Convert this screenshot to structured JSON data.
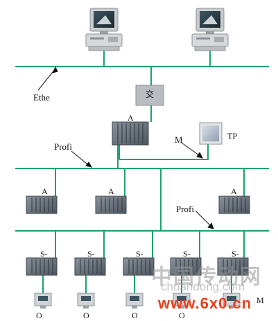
{
  "labels": {
    "ethernet": "Ethe",
    "switch": "交",
    "plc_main": "A",
    "m_label": "M",
    "tp_label": "TP",
    "profi_upper": "Profi",
    "profi_lower": "Profi",
    "sub_plc_1": "A",
    "sub_plc_2": "A",
    "sub_plc_3": "A",
    "slave_1": "S-",
    "slave_2": "S-",
    "slave_3": "S-",
    "slave_4": "S-",
    "slave_5": "S-",
    "device_1": "O",
    "device_2": "O",
    "device_3": "O",
    "device_4": "O",
    "device_5": "M"
  },
  "watermark": {
    "chinese": "中国传动网",
    "domain": "chuandong.com",
    "brand": "www.6x0.cn"
  },
  "colors": {
    "bus_line": "#1aa36c",
    "plc_body": "#5f6874",
    "monitor_bezel": "#c9cccf",
    "watermark_brand": "#e8401c"
  }
}
